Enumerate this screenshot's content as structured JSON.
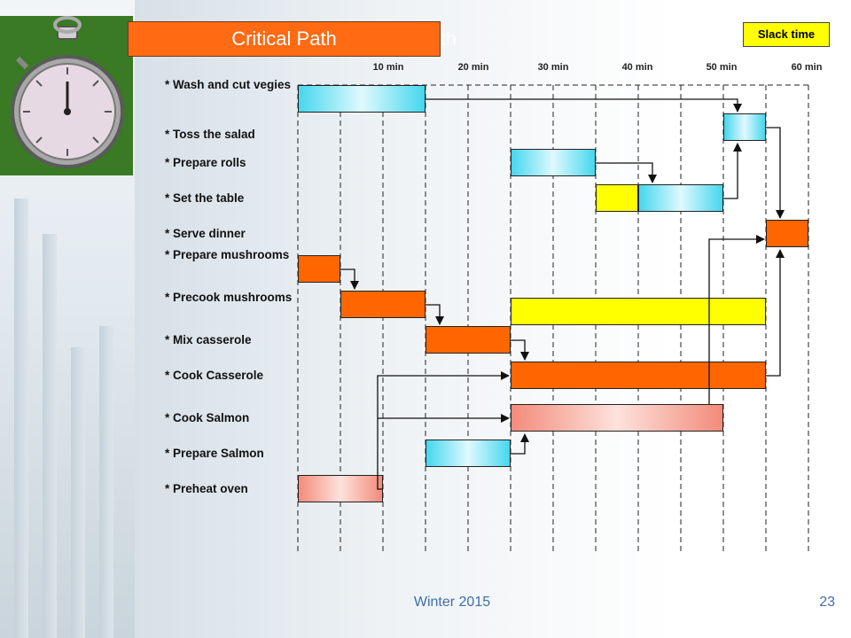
{
  "slide": {
    "title": "Critical Path",
    "title_shadow": "al Path",
    "slack_label": "Slack time",
    "footer_left": "Winter 2015",
    "page_number": "23"
  },
  "timeline": {
    "ticks": [
      "10 min",
      "20 min",
      "30 min",
      "40 min",
      "50 min",
      "60 min"
    ],
    "tick_minutes": [
      10,
      20,
      30,
      40,
      50,
      60
    ]
  },
  "tasks": [
    "* Wash and cut vegies",
    "* Toss the salad",
    "* Prepare rolls",
    "* Set the table",
    "* Serve dinner",
    "* Prepare mushrooms",
    "* Precook mushrooms",
    "* Mix casserole",
    "* Cook Casserole",
    "* Cook Salmon",
    "* Prepare Salmon",
    "* Preheat oven"
  ],
  "legend_colors": {
    "critical": "#ff6600",
    "slack": "#ffff00",
    "activity": "#45d7ee",
    "salmon": "#f38b7a"
  }
}
